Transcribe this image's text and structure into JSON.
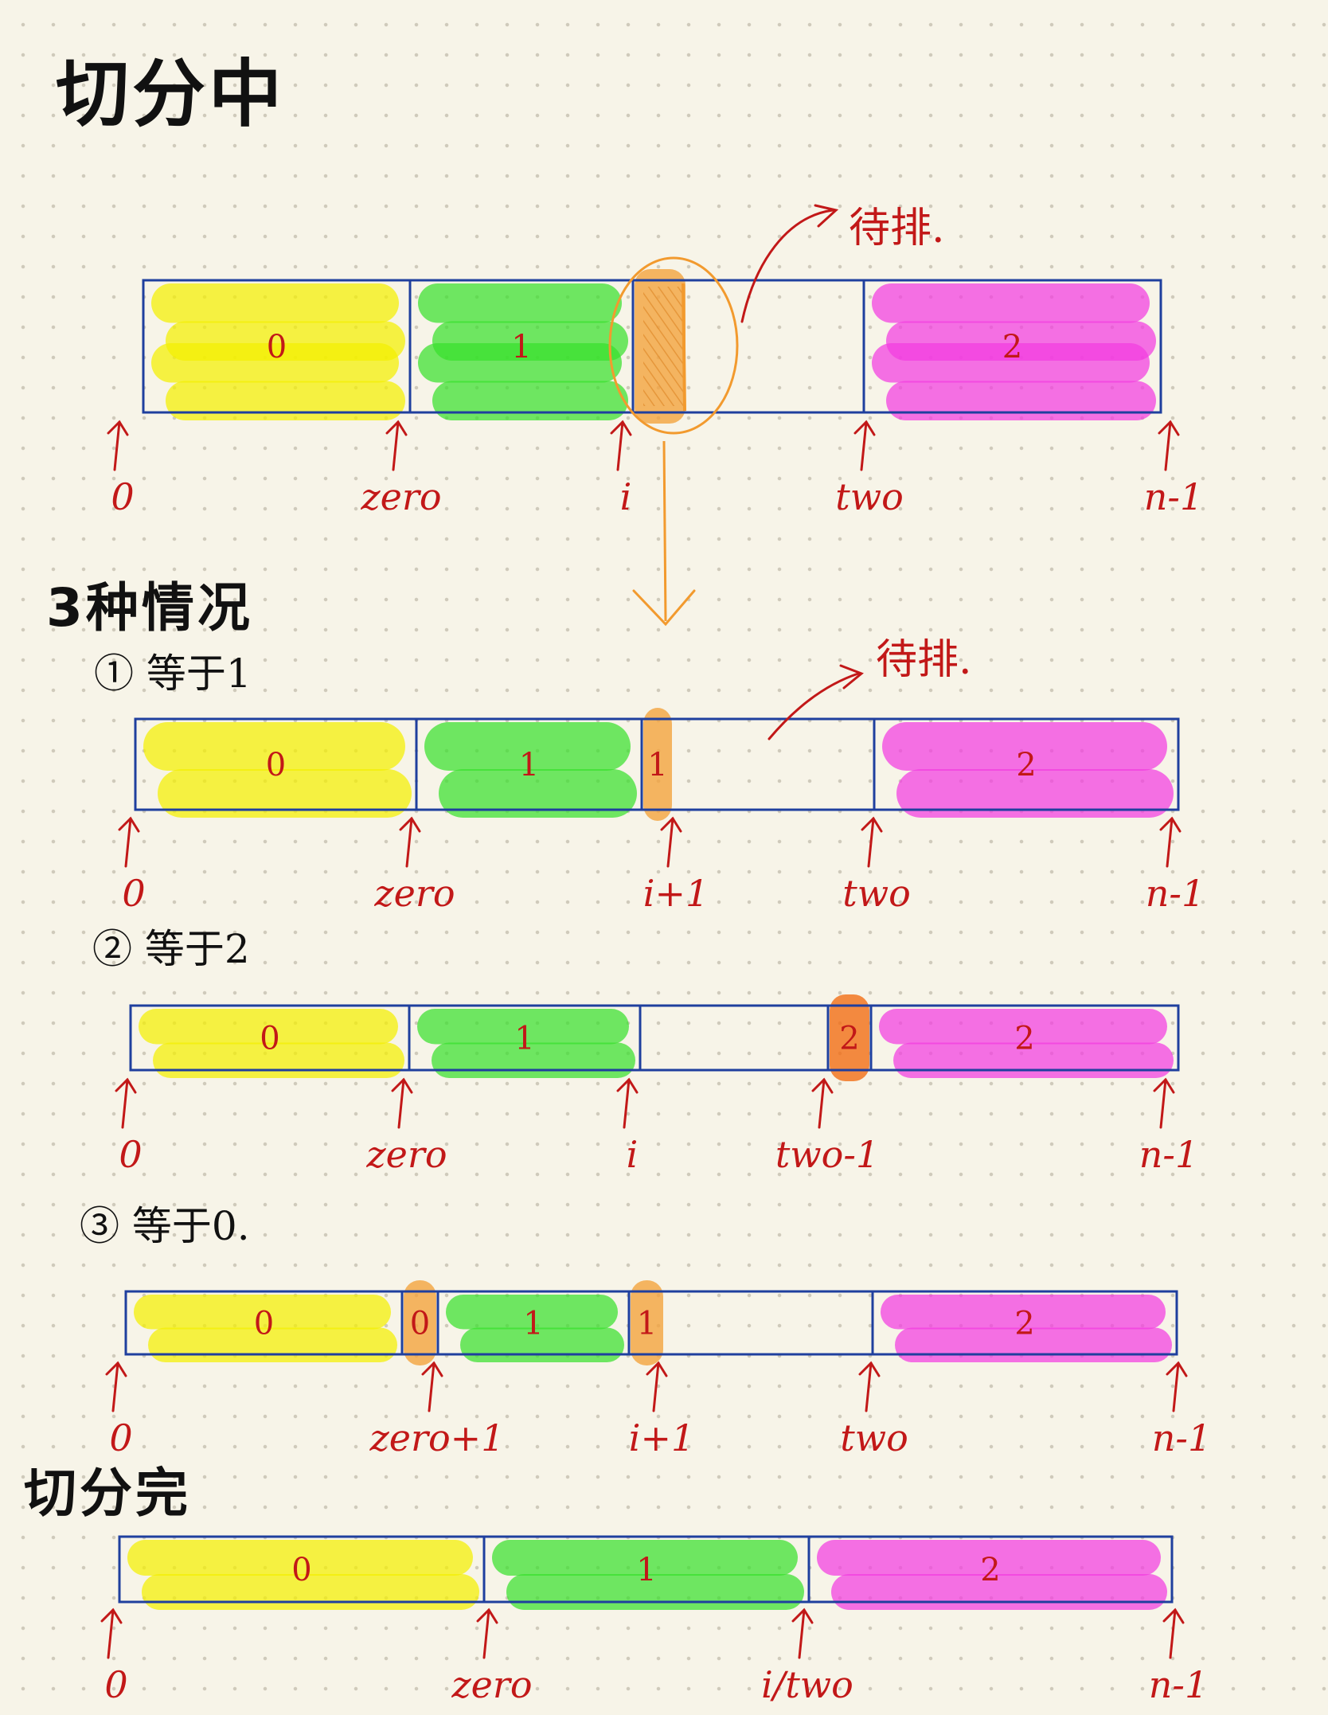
{
  "headings": {
    "in_progress": "切分中",
    "three_cases": "3种情况",
    "done": "切分完"
  },
  "cases": [
    {
      "marker": "①",
      "label": "等于1"
    },
    {
      "marker": "②",
      "label": "等于2"
    },
    {
      "marker": "③",
      "label": "等于0."
    }
  ],
  "pending_note": "待排.",
  "pending_note_2": "待排.",
  "colors": {
    "zero_region": "#f4f000",
    "one_region": "#39e02c",
    "two_region": "#f23ce0",
    "current": "#f4a23a",
    "current_strong": "#f26a10",
    "box_border": "#1f3f9e",
    "annotation": "#c21818",
    "pending_circle": "#f29a2e"
  },
  "arrays": [
    {
      "segments": [
        {
          "kind": "zero",
          "label": "0"
        },
        {
          "kind": "one",
          "label": "1"
        },
        {
          "kind": "current",
          "label": ""
        },
        {
          "kind": "pending",
          "label": ""
        },
        {
          "kind": "two",
          "label": "2"
        }
      ],
      "pointers": [
        "0",
        "zero",
        "i",
        "two",
        "n-1"
      ]
    },
    {
      "segments": [
        {
          "kind": "zero",
          "label": "0"
        },
        {
          "kind": "one",
          "label": "1"
        },
        {
          "kind": "current",
          "label": "1"
        },
        {
          "kind": "pending",
          "label": ""
        },
        {
          "kind": "two",
          "label": "2"
        }
      ],
      "pointers": [
        "0",
        "zero",
        "i+1",
        "two",
        "n-1"
      ]
    },
    {
      "segments": [
        {
          "kind": "zero",
          "label": "0"
        },
        {
          "kind": "one",
          "label": "1"
        },
        {
          "kind": "pending",
          "label": ""
        },
        {
          "kind": "current",
          "label": "2"
        },
        {
          "kind": "two",
          "label": "2"
        }
      ],
      "pointers": [
        "0",
        "zero",
        "i",
        "two-1",
        "n-1"
      ]
    },
    {
      "segments": [
        {
          "kind": "zero",
          "label": "0"
        },
        {
          "kind": "current",
          "label": "0"
        },
        {
          "kind": "one",
          "label": "1"
        },
        {
          "kind": "current",
          "label": "1"
        },
        {
          "kind": "pending",
          "label": ""
        },
        {
          "kind": "two",
          "label": "2"
        }
      ],
      "pointers": [
        "0",
        "zero+1",
        "i+1",
        "two",
        "n-1"
      ]
    },
    {
      "segments": [
        {
          "kind": "zero",
          "label": "0"
        },
        {
          "kind": "one",
          "label": "1"
        },
        {
          "kind": "two",
          "label": "2"
        }
      ],
      "pointers": [
        "0",
        "zero",
        "i/two",
        "n-1"
      ]
    }
  ]
}
